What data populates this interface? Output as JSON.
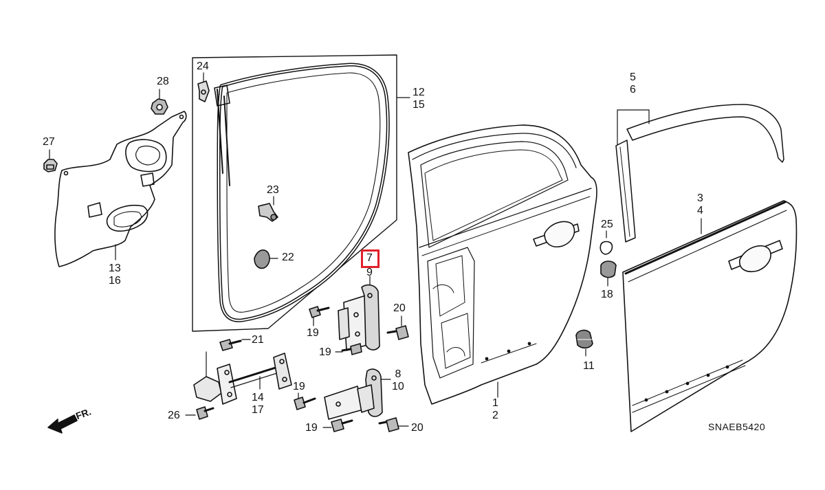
{
  "diagram": {
    "diagram_code": "SNAEB5420",
    "direction_label": "FR.",
    "highlight_color": "#e0202a",
    "callouts": {
      "p1": "1",
      "p2": "2",
      "p3": "3",
      "p4": "4",
      "p5": "5",
      "p6": "6",
      "p7": "7",
      "p8": "8",
      "p9": "9",
      "p10": "10",
      "p11": "11",
      "p12": "12",
      "p13": "13",
      "p14": "14",
      "p15": "15",
      "p16": "16",
      "p17": "17",
      "p18": "18",
      "p19": "19",
      "p20": "20",
      "p21": "21",
      "p22": "22",
      "p23": "23",
      "p24": "24",
      "p25": "25",
      "p26": "26",
      "p27": "27",
      "p28": "28"
    },
    "highlighted_part": "7"
  }
}
